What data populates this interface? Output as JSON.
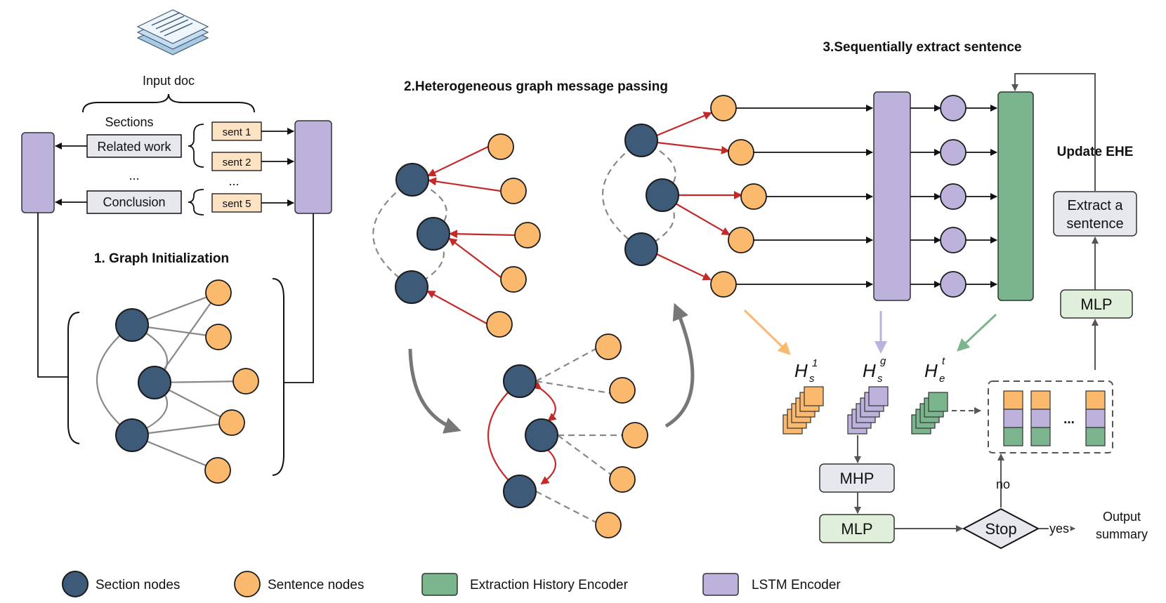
{
  "top": {
    "input_doc": "Input doc",
    "sections_label": "Sections",
    "related_work": "Related  work",
    "conclusion": "Conclusion",
    "ellipsis_left": "...",
    "ellipsis_right": "...",
    "sent_1": "sent 1",
    "sent_2": "sent 2",
    "sent_5": "sent 5"
  },
  "stage_titles": {
    "graph_init": "1. Graph Initialization",
    "message_passing": "2.Heterogeneous graph message passing",
    "extract": "3.Sequentially extract sentence"
  },
  "stage3": {
    "update_ehe": "Update EHE",
    "extract_line1": "Extract a",
    "extract_line2": "sentence",
    "mlp_right": "MLP",
    "mhp": "MHP",
    "mlp_bottom": "MLP",
    "stop": "Stop",
    "no": "no",
    "yes": "yes",
    "output_line1": "Output",
    "output_line2": "summary",
    "dots": "...",
    "h_base": "H",
    "h1_sub": "s",
    "h1_sup": "1",
    "h2_sub": "s",
    "h2_sup": "g",
    "h3_sub": "e",
    "h3_sup": "t"
  },
  "legend": {
    "section_nodes": "Section nodes",
    "sentence_nodes": "Sentence nodes",
    "ehe": "Extraction History Encoder",
    "lstm": "LSTM Encoder"
  },
  "colors": {
    "section_node": "#3d5a78",
    "sentence_node": "#fbb96d",
    "lstm": "#bcb2dc",
    "ehe": "#7bb58d",
    "red_edge": "#c62828",
    "box_gray": "#e6e8ee",
    "box_green": "#e0efd9",
    "sent_box": "#fde2c4"
  }
}
